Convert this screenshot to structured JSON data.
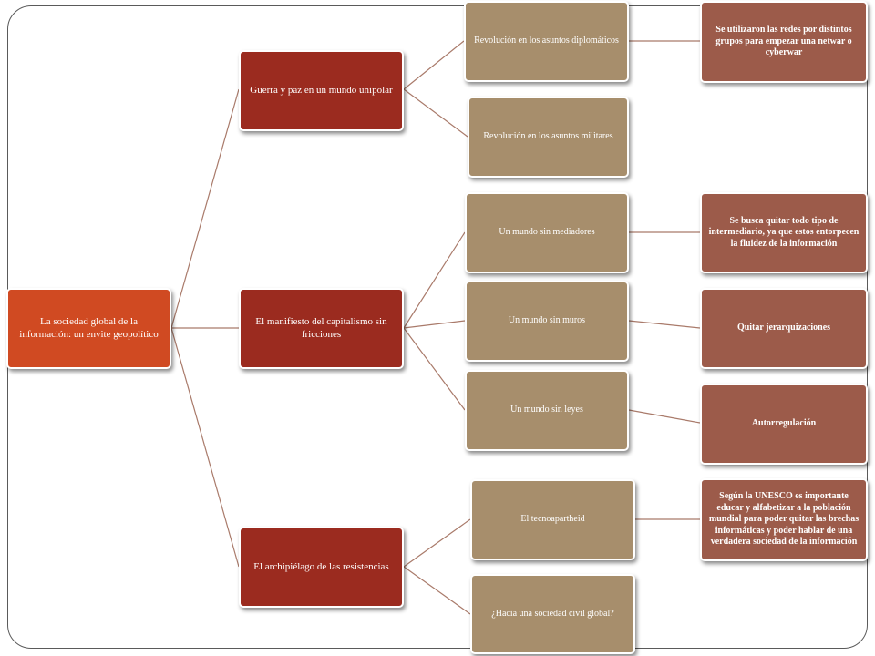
{
  "colors": {
    "root": "#d04a22",
    "level1": "#9b2b1f",
    "level2": "#a78e6c",
    "level3": "#9c5b4a",
    "connector": "#a97a6a"
  },
  "root": {
    "label": "La sociedad global de la información: un envite geopolítico"
  },
  "branches": [
    {
      "label": "Guerra y paz en un mundo unipolar",
      "children": [
        {
          "label": "Revolución en los asuntos diplomáticos",
          "detail": "Se utilizaron las redes por distintos grupos para empezar una netwar o cyberwar"
        },
        {
          "label": "Revolución en los asuntos militares"
        }
      ]
    },
    {
      "label": "El manifiesto del capitalismo sin fricciones",
      "children": [
        {
          "label": "Un mundo sin mediadores",
          "detail": "Se busca quitar todo tipo de intermediario, ya que estos entorpecen la fluidez de la información"
        },
        {
          "label": "Un mundo sin muros",
          "detail": "Quitar jerarquizaciones"
        },
        {
          "label": "Un mundo sin leyes",
          "detail": "Autorregulación"
        }
      ]
    },
    {
      "label": "El archipiélago de las resistencias",
      "children": [
        {
          "label": "El tecnoapartheid",
          "detail": "Según la UNESCO es importante educar y alfabetizar a la población mundial para poder quitar las brechas informáticas y poder hablar de una verdadera sociedad de la información"
        },
        {
          "label": "¿Hacia una sociedad civil global?"
        }
      ]
    }
  ]
}
